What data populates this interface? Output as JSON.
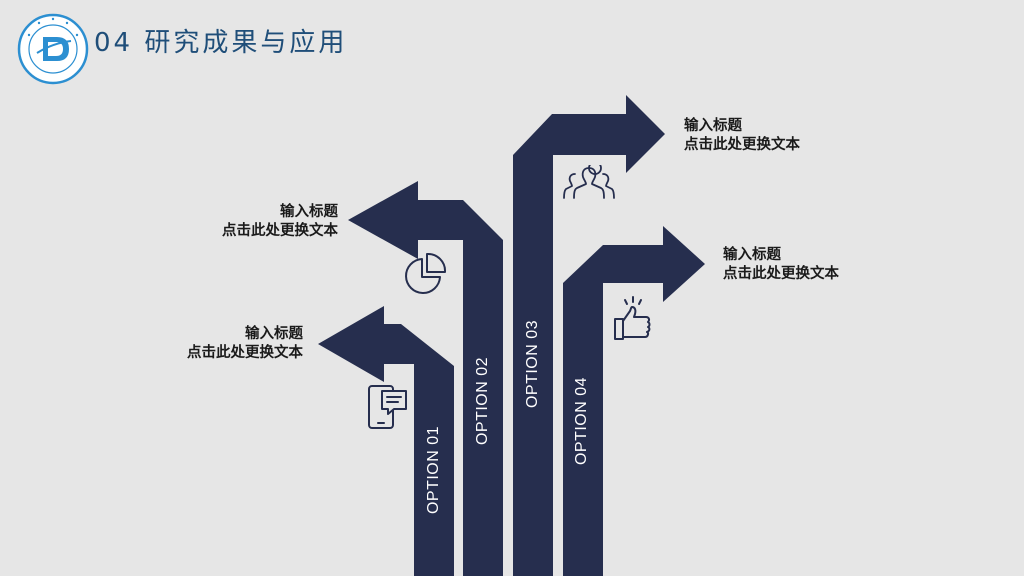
{
  "header": {
    "title": "04 研究成果与应用",
    "logo_icon": "university-seal-icon"
  },
  "colors": {
    "background": "#e6e6e6",
    "arrow": "#262e4e",
    "title": "#1f4e79",
    "logo_ring": "#2c8fd1"
  },
  "options": [
    {
      "label": "OPTION 01",
      "title": "输入标题",
      "text": "点击此处更换文本",
      "icon": "phone-chat-icon"
    },
    {
      "label": "OPTION 02",
      "title": "输入标题",
      "text": "点击此处更换文本",
      "icon": "pie-chart-icon"
    },
    {
      "label": "OPTION 03",
      "title": "输入标题",
      "text": "点击此处更换文本",
      "icon": "team-people-icon"
    },
    {
      "label": "OPTION 04",
      "title": "输入标题",
      "text": "点击此处更换文本",
      "icon": "thumbs-up-icon"
    }
  ]
}
